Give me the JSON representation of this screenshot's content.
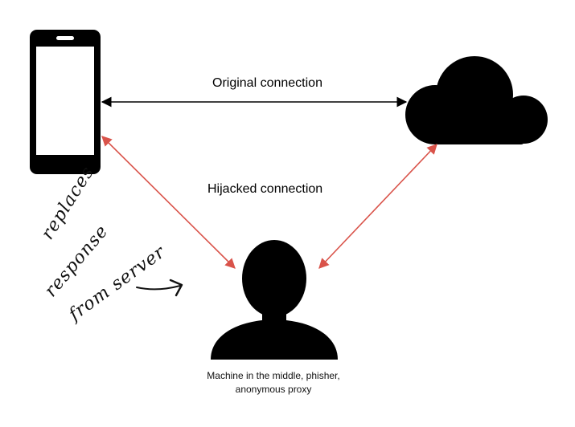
{
  "diagram": {
    "original_label": "Original connection",
    "hijacked_label": "Hijacked connection",
    "caption_line1": "Machine in the middle, phisher,",
    "caption_line2": "anonymous proxy"
  },
  "annotation": {
    "line1": "replaces",
    "line2": "response",
    "line3": "from server"
  },
  "icons": {
    "phone": "phone-icon",
    "cloud": "cloud-icon",
    "attacker": "person-silhouette-icon",
    "pen_arrow": "handwritten-arrow-icon"
  },
  "colors": {
    "original_arrow": "#000000",
    "hijacked_arrow": "#d9534a",
    "icons": "#000000"
  }
}
